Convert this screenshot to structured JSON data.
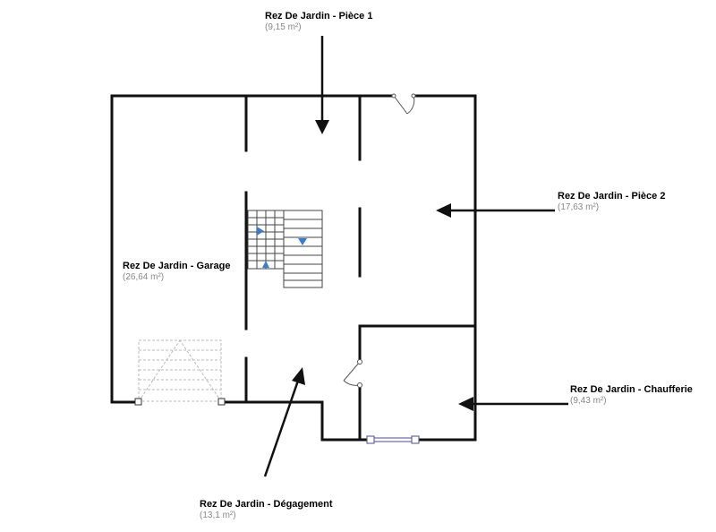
{
  "rooms": {
    "piece1": {
      "name": "Rez De Jardin  - Pièce 1",
      "area": "(9,15 m²)"
    },
    "piece2": {
      "name": "Rez De Jardin  - Pièce 2",
      "area": "(17,63 m²)"
    },
    "garage": {
      "name": "Rez De Jardin  - Garage",
      "area": "(26,64 m²)"
    },
    "chaufferie": {
      "name": "Rez De Jardin  - Chaufferie",
      "area": "(9,43 m²)"
    },
    "degagement": {
      "name": "Rez De Jardin  - Dégagement",
      "area": "(13,1 m²)"
    }
  },
  "colors": {
    "wall": "#111111",
    "arrow": "#111111",
    "stair_marker": "#3a7bd5",
    "faint_line": "#bbbbbb",
    "window": "#4a4a9a"
  }
}
